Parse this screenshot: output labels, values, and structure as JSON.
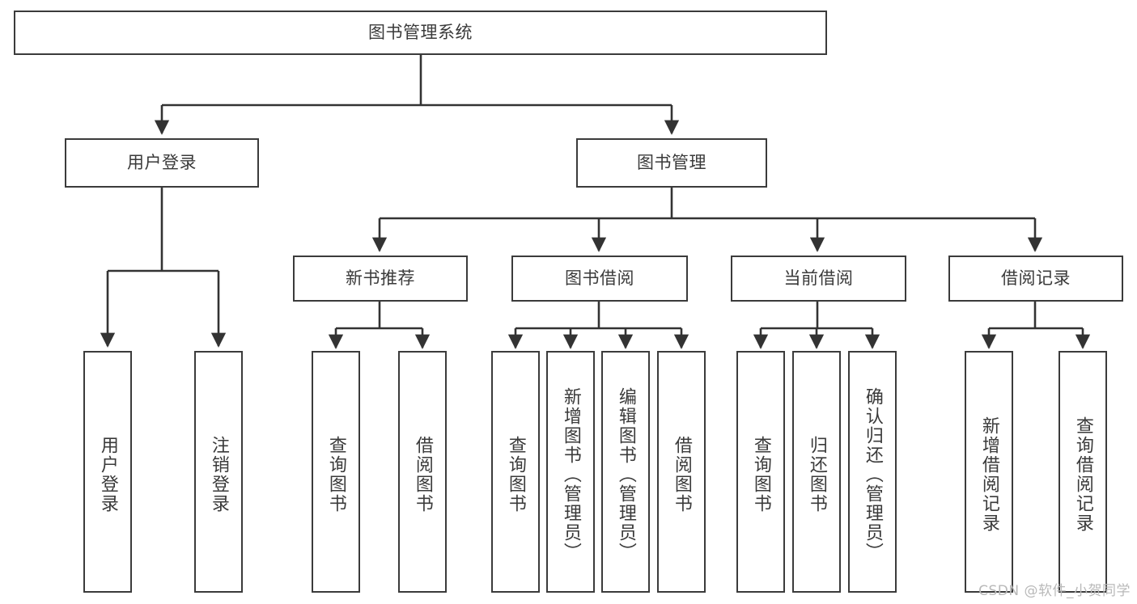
{
  "diagram": {
    "title": "图书管理系统",
    "watermark": "CSDN @软件_小贺同学",
    "theme": {
      "background": "#ffffff",
      "box_border": "#3b3b3b",
      "box_fill": "#ffffff",
      "text": "#3a3a3a",
      "connector": "#333333",
      "watermark_color": "#b9b9b9"
    },
    "root": {
      "label": "图书管理系统"
    },
    "level2": [
      {
        "label": "用户登录"
      },
      {
        "label": "图书管理"
      }
    ],
    "level3": [
      {
        "label": "新书推荐"
      },
      {
        "label": "图书借阅"
      },
      {
        "label": "当前借阅"
      },
      {
        "label": "借阅记录"
      }
    ],
    "leaves": {
      "user_login": [
        {
          "label": "用户登录"
        },
        {
          "label": "注销登录"
        }
      ],
      "new_book_recommend": [
        {
          "label": "查询图书"
        },
        {
          "label": "借阅图书"
        }
      ],
      "book_borrow": [
        {
          "label": "查询图书"
        },
        {
          "label": "新增图书（管理员）"
        },
        {
          "label": "编辑图书（管理员）"
        },
        {
          "label": "借阅图书"
        }
      ],
      "current_borrow": [
        {
          "label": "查询图书"
        },
        {
          "label": "归还图书"
        },
        {
          "label": "确认归还（管理员）"
        }
      ],
      "borrow_record": [
        {
          "label": "新增借阅记录"
        },
        {
          "label": "查询借阅记录"
        }
      ]
    }
  }
}
